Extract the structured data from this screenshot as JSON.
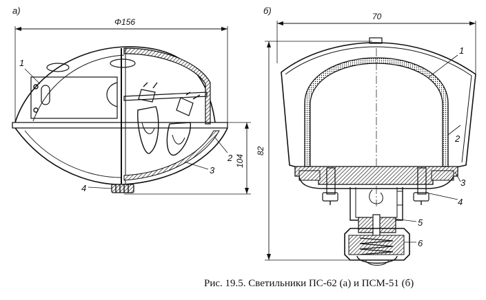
{
  "figure_a": {
    "panel_label": "а)",
    "diameter_dim": "Φ156",
    "height_dim": "104",
    "callouts": [
      "1",
      "2",
      "3",
      "4"
    ]
  },
  "figure_b": {
    "panel_label": "б)",
    "width_dim": "70",
    "height_dim": "82",
    "callouts": [
      "1",
      "2",
      "3",
      "4",
      "5",
      "6"
    ]
  },
  "caption": {
    "text": "Рис. 19.5. Светильники ПС-62 (а) и ПСМ-51 (б)"
  }
}
